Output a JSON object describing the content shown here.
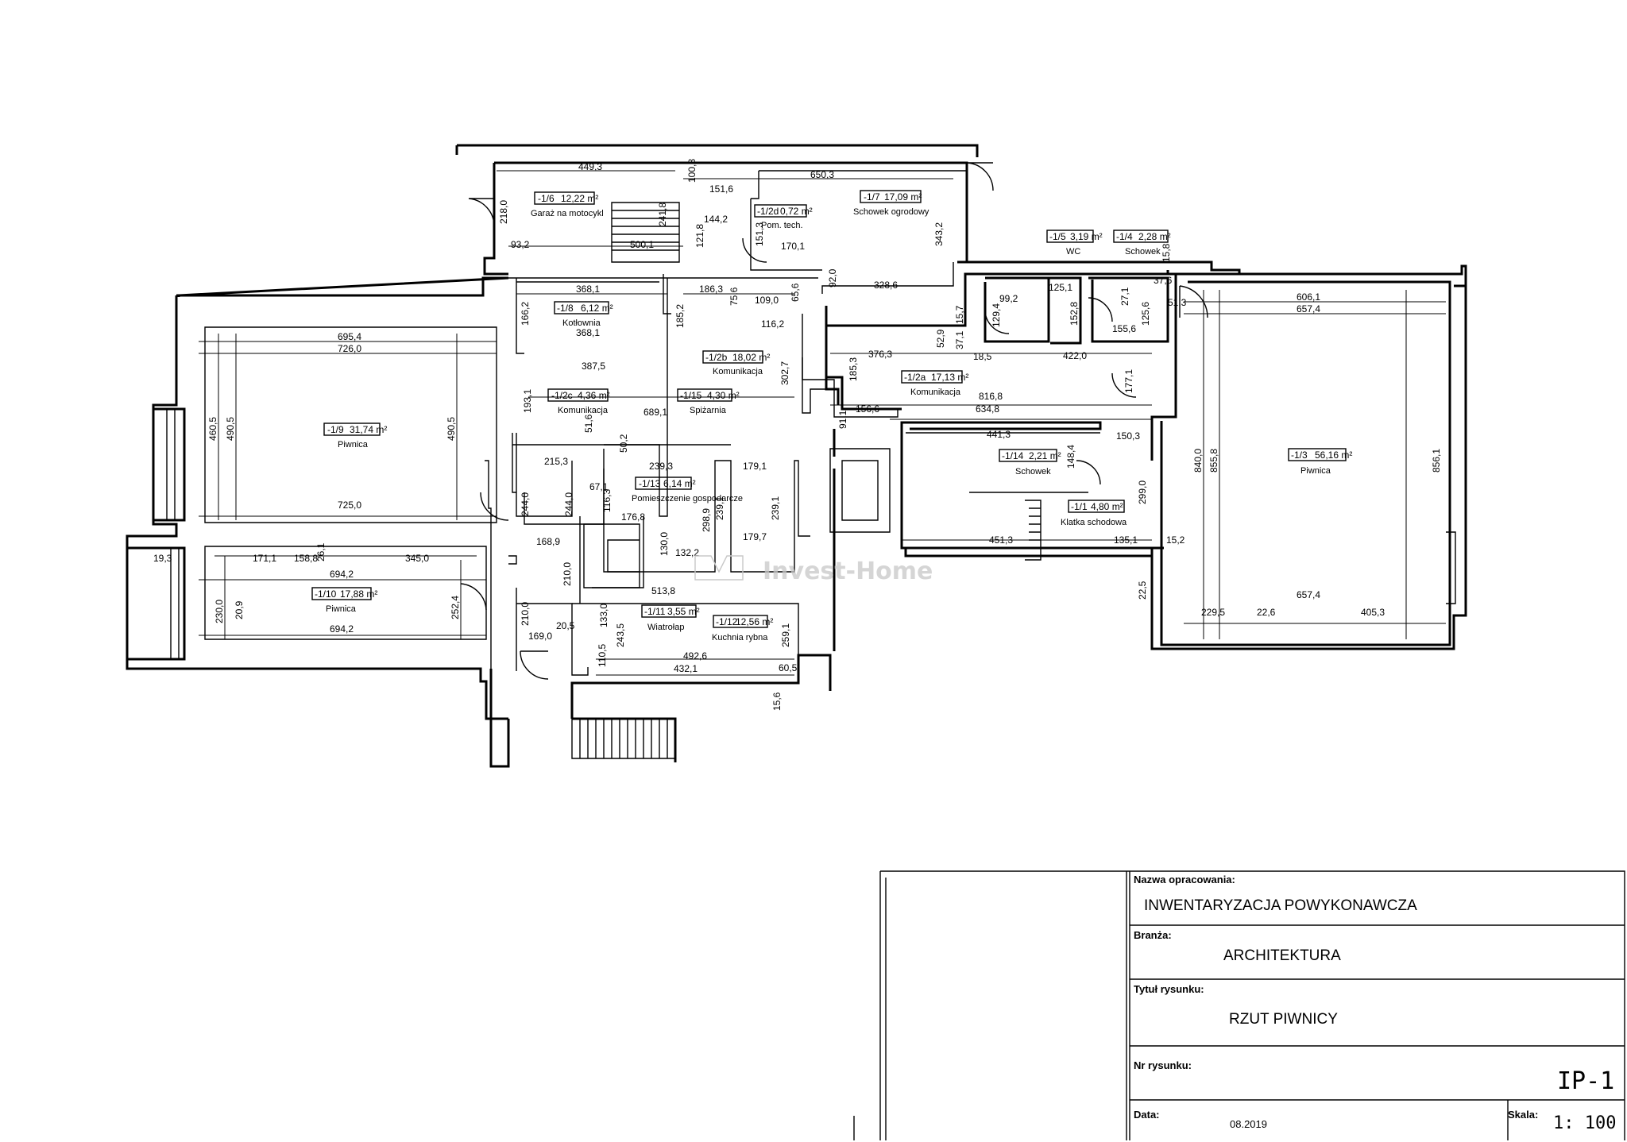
{
  "rooms": [
    {
      "id": "-1/6",
      "area": "12,22 m²",
      "name": "Garaż na motocykl"
    },
    {
      "id": "-1/2d",
      "area": "0,72 m²",
      "name": "Pom. tech."
    },
    {
      "id": "-1/7",
      "area": "17,09 m²",
      "name": "Schowek ogrodowy"
    },
    {
      "id": "-1/5",
      "area": "3,19 m²",
      "name": "WC"
    },
    {
      "id": "-1/4",
      "area": "2,28 m²",
      "name": "Schowek"
    },
    {
      "id": "-1/8",
      "area": "6,12 m²",
      "name": "Kotłownia"
    },
    {
      "id": "-1/2b",
      "area": "18,02 m²",
      "name": "Komunikacja"
    },
    {
      "id": "-1/2a",
      "area": "17,13 m²",
      "name": "Komunikacja"
    },
    {
      "id": "-1/2c",
      "area": "4,36 m²",
      "name": "Komunikacja"
    },
    {
      "id": "-1/15",
      "area": "4,30 m²",
      "name": "Spiżarnia"
    },
    {
      "id": "-1/9",
      "area": "31,74 m²",
      "name": "Piwnica"
    },
    {
      "id": "-1/13",
      "area": "6,14 m²",
      "name": "Pomieszczenie gospodarcze"
    },
    {
      "id": "-1/14",
      "area": "2,21 m²",
      "name": "Schowek"
    },
    {
      "id": "-1/1",
      "area": "4,80 m²",
      "name": "Klatka schodowa"
    },
    {
      "id": "-1/3",
      "area": "56,16 m²",
      "name": "Piwnica"
    },
    {
      "id": "-1/10",
      "area": "17,88 m²",
      "name": "Piwnica"
    },
    {
      "id": "-1/11",
      "area": "3,55 m²",
      "name": "Wiatrołap"
    },
    {
      "id": "-1/12",
      "area": "12,56 m²",
      "name": "Kuchnia rybna"
    }
  ],
  "dimensions": [
    "449,3",
    "650,3",
    "100,8",
    "151,6",
    "218,0",
    "241,8",
    "144,2",
    "121,8",
    "151,3",
    "170,1",
    "93,2",
    "500,1",
    "343,2",
    "92,0",
    "328,6",
    "368,1",
    "186,3",
    "75,6",
    "109,0",
    "65,6",
    "166,2",
    "368,1",
    "185,2",
    "116,2",
    "695,4",
    "726,0",
    "460,5",
    "490,5",
    "490,5",
    "387,5",
    "302,7",
    "725,0",
    "193,1",
    "689,1",
    "51,6",
    "215,3",
    "50,2",
    "239,3",
    "179,1",
    "244,0",
    "244,0",
    "116,3",
    "67,1",
    "176,8",
    "239,1",
    "239,1",
    "298,9",
    "179,7",
    "168,9",
    "130,0",
    "132,2",
    "513,8",
    "210,0",
    "210,0",
    "133,0",
    "20,5",
    "243,5",
    "169,0",
    "110,5",
    "492,6",
    "432,1",
    "259,1",
    "60,5",
    "15,6",
    "19,3",
    "171,1",
    "158,8",
    "26,1",
    "694,2",
    "345,0",
    "230,0",
    "20,9",
    "252,4",
    "694,2",
    "376,3",
    "185,3",
    "52,9",
    "37,1",
    "15,7",
    "18,5",
    "816,8",
    "177,1",
    "91,1",
    "156,6",
    "634,8",
    "441,3",
    "150,3",
    "148,4",
    "299,0",
    "451,3",
    "135,1",
    "15,2",
    "22,5",
    "99,2",
    "129,4",
    "125,1",
    "152,8",
    "422,0",
    "27,1",
    "37,6",
    "51,3",
    "125,6",
    "155,6",
    "15,8",
    "606,1",
    "657,4",
    "840,0",
    "855,8",
    "856,1",
    "229,5",
    "22,6",
    "405,3",
    "657,4"
  ],
  "watermark": "Invest-Home",
  "title_block": {
    "label_name": "Nazwa opracowania:",
    "value_name": "INWENTARYZACJA POWYKONAWCZA",
    "label_branch": "Branża:",
    "value_branch": "ARCHITEKTURA",
    "label_title": "Tytuł rysunku:",
    "value_title": "RZUT  PIWNICY",
    "label_number": "Nr rysunku:",
    "value_number": "IP-1",
    "label_date": "Data:",
    "value_date": "08.2019",
    "label_scale": "Skala:",
    "value_scale": "1: 100"
  }
}
